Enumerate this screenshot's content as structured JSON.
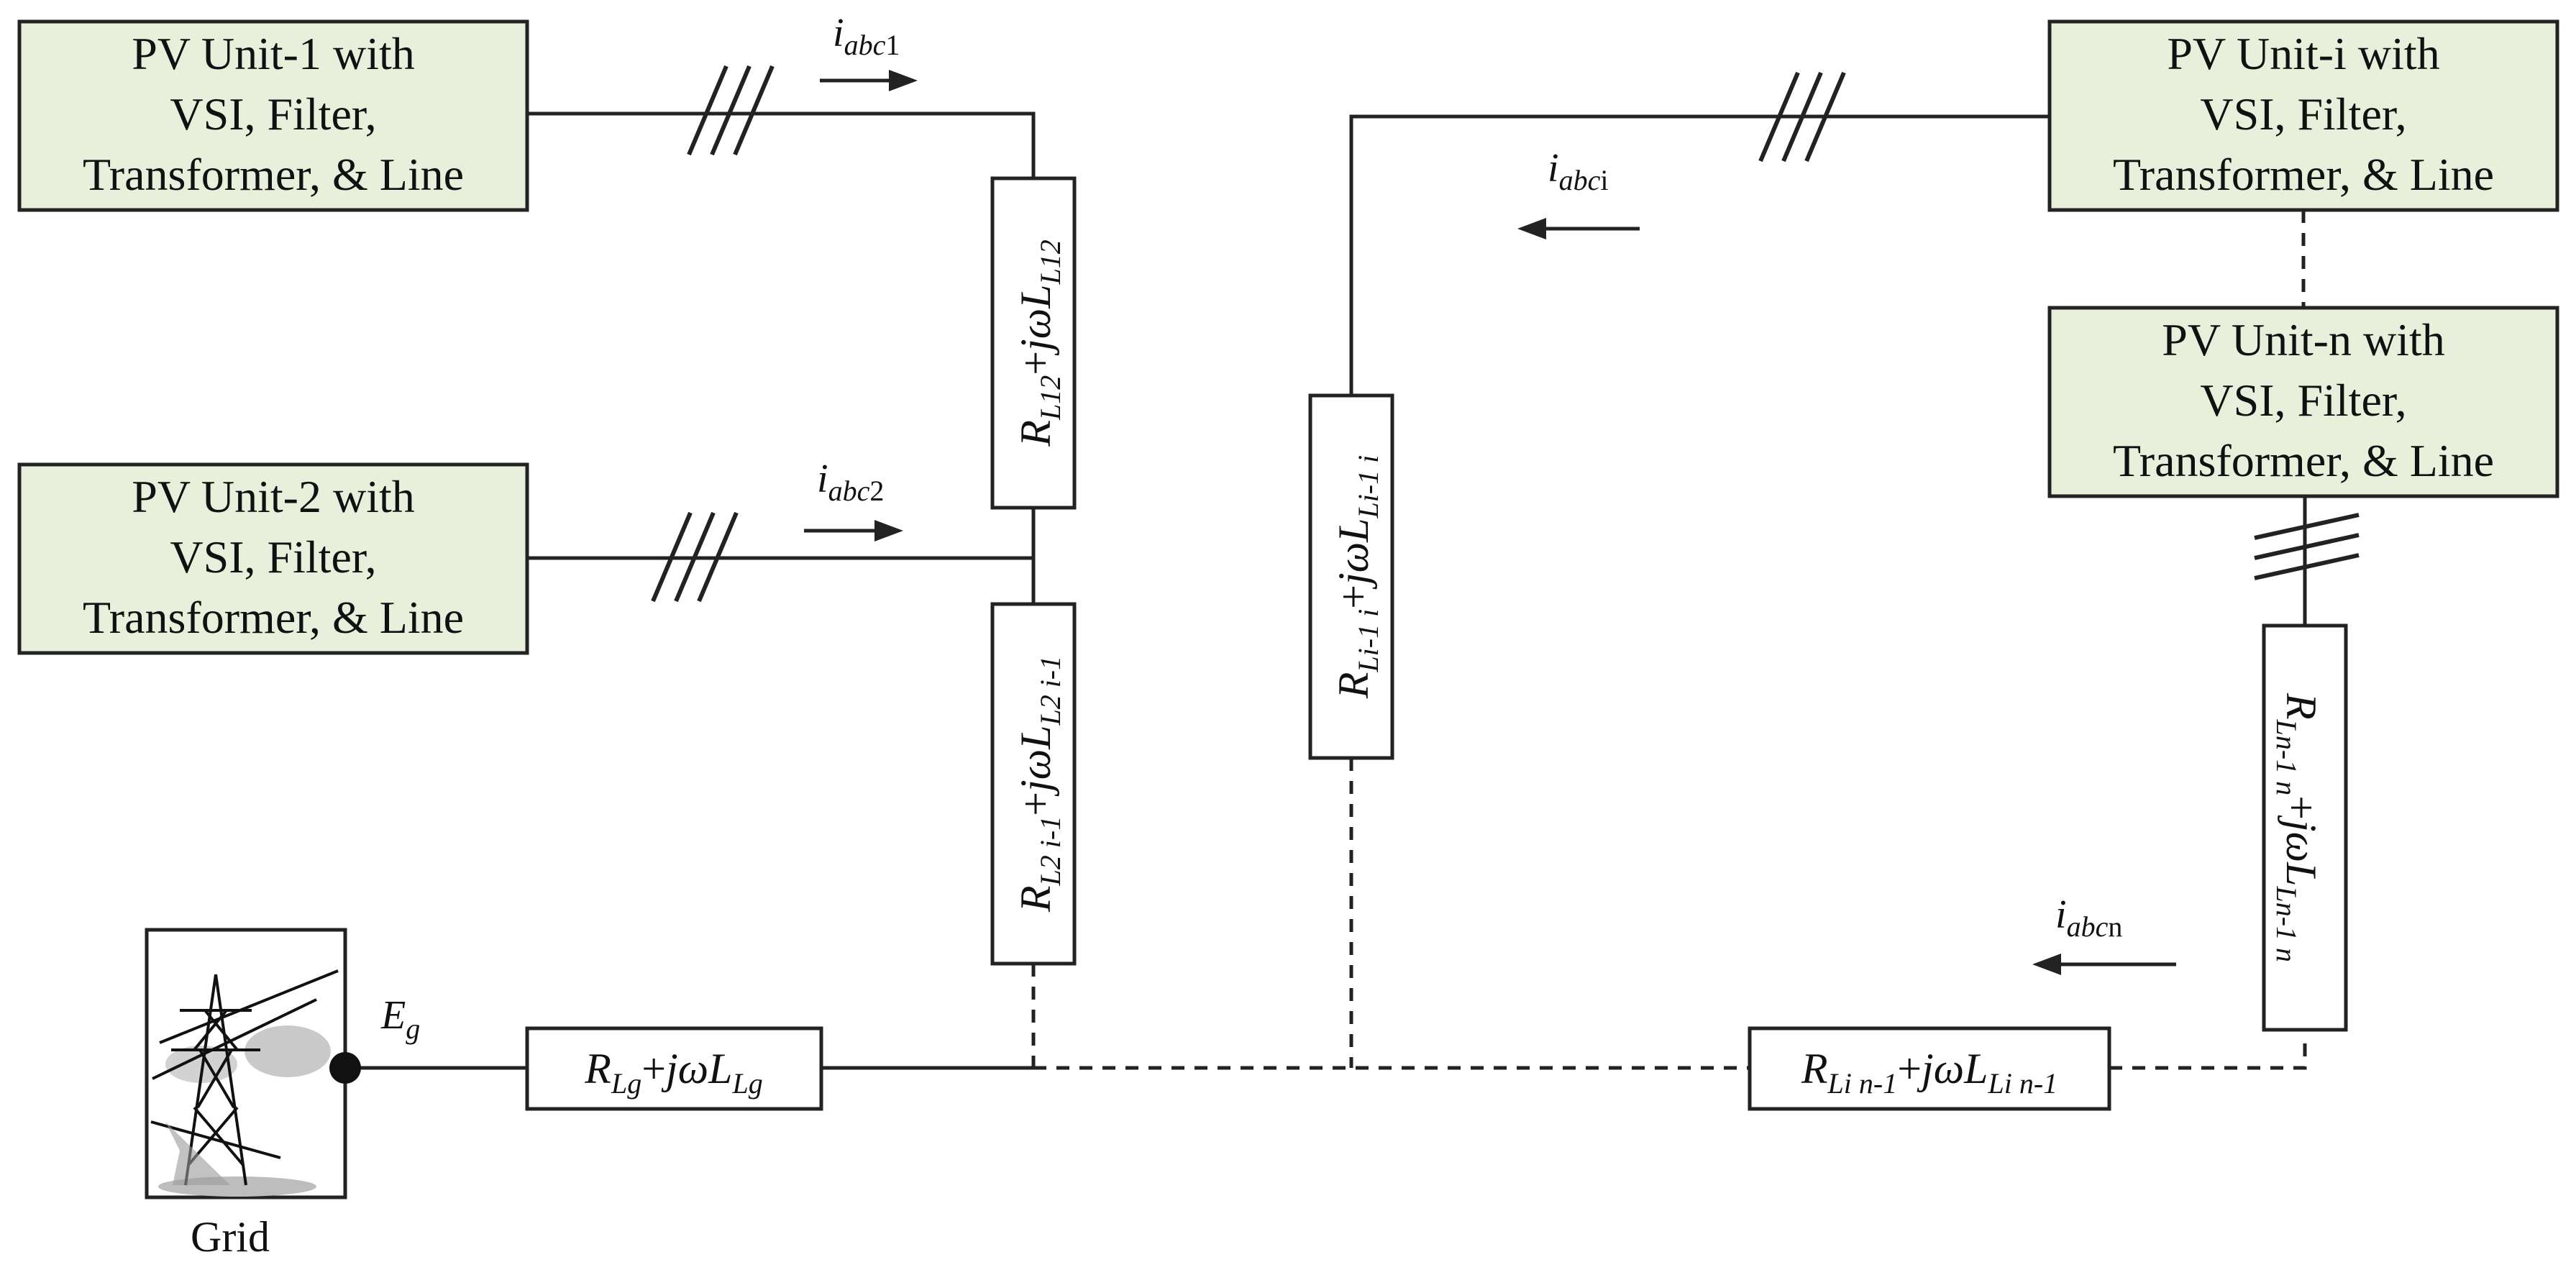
{
  "pv_units": [
    {
      "lines": [
        "PV Unit-1 with",
        "VSI, Filter,",
        "Transformer, & Line"
      ]
    },
    {
      "lines": [
        "PV Unit-2 with",
        "VSI, Filter,",
        "Transformer, & Line"
      ]
    },
    {
      "lines": [
        "PV Unit-i with",
        "VSI, Filter,",
        "Transformer, & Line"
      ]
    },
    {
      "lines": [
        "PV Unit-n with",
        "VSI, Filter,",
        "Transformer, & Line"
      ]
    }
  ],
  "impedances": {
    "l12": {
      "r": "R",
      "r_sub": "L12",
      "mid": "+",
      "jw": "jωL",
      "l_sub": "L12"
    },
    "l2i": {
      "r": "R",
      "r_sub": "L2 i-1",
      "mid": "+",
      "jw": "jωL",
      "l_sub": "L2 i-1"
    },
    "li1i": {
      "r": "R",
      "r_sub": "Li-1 i",
      "mid": "+",
      "jw": "jωL",
      "l_sub": "Li-1 i"
    },
    "ln1n": {
      "r": "R",
      "r_sub": "Ln-1 n",
      "mid": "+",
      "jw": "jωL",
      "l_sub": "Ln-1 n"
    },
    "lg": {
      "r": "R",
      "r_sub": "Lg",
      "mid": "+",
      "jw": "jωL",
      "l_sub": "Lg"
    },
    "lin1": {
      "r": "R",
      "r_sub": "Li n-1",
      "mid": "+",
      "jw": "jωL",
      "l_sub": "Li n-1"
    }
  },
  "currents": {
    "i1": {
      "base": "i",
      "sub": "abc",
      "idx": "1"
    },
    "i2": {
      "base": "i",
      "sub": "abc",
      "idx": "2"
    },
    "ii": {
      "base": "i",
      "sub": "abc",
      "idx": "i"
    },
    "in": {
      "base": "i",
      "sub": "abc",
      "idx": "n"
    }
  },
  "grid": {
    "label": "Grid",
    "voltage": "E",
    "voltage_sub": "g"
  }
}
